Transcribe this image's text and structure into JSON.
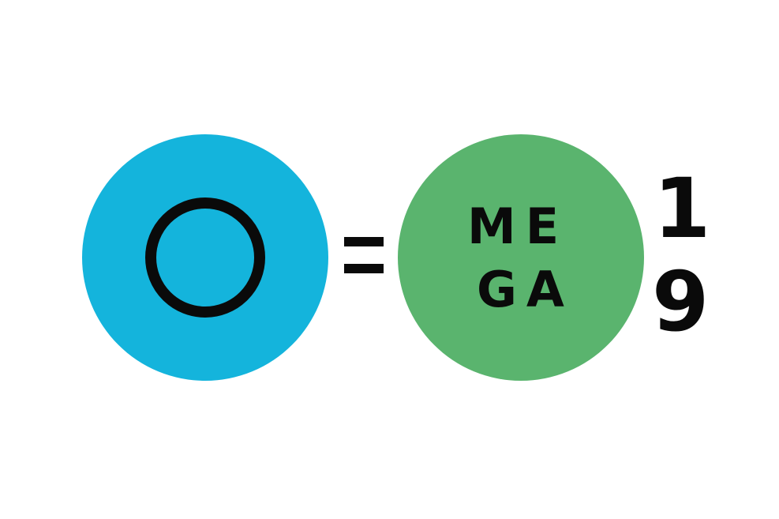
{
  "logo": {
    "mega_line_1": "ME",
    "mega_line_2": "GA",
    "digit_1": "1",
    "digit_2": "9",
    "colors": {
      "blue": "#14b4dc",
      "green": "#5ab46e",
      "ink": "#0a0a0a"
    },
    "icons": {
      "left": "ring-icon",
      "middle": "equals-icon"
    }
  }
}
